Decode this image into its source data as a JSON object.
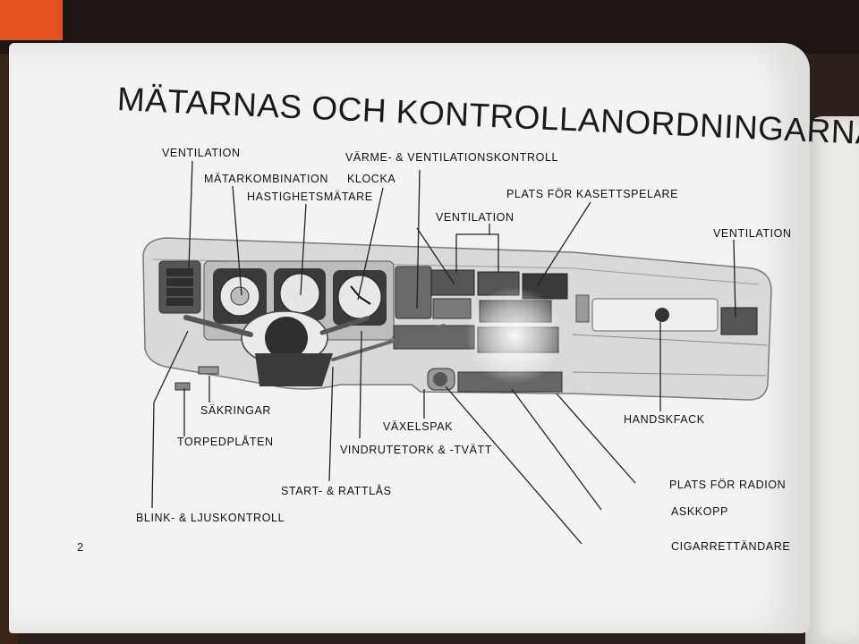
{
  "title": "MÄTARNAS OCH KONTROLLANORDNINGARNAS",
  "page_number": "2",
  "labels": {
    "ventilation_left": "VENTILATION",
    "matarkombination": "MÄTARKOMBINATION",
    "hastighetsmatare": "HASTIGHETSMÄTARE",
    "klocka": "KLOCKA",
    "varme_ventilation": "VÄRME- & VENTILATIONSKONTROLL",
    "kasettspelare": "PLATS FÖR KASETTSPELARE",
    "ventilation_center": "VENTILATION",
    "ventilation_right": "VENTILATION",
    "sakringar": "SÄKRINGAR",
    "torpedplaten": "TORPEDPLÅTEN",
    "blink_ljus": "BLINK- & LJUSKONTROLL",
    "start_rattlas": "START- & RATTLÅS",
    "vaxelspak": "VÄXELSPAK",
    "vindrutetork": "VINDRUTETORK & -TVÄTT",
    "handskfack": "HANDSKFACK",
    "radion": "PLATS FÖR RADION",
    "askkopp": "ASKKOPP",
    "cigarrettandare": "CIGARRETTÄNDARE"
  }
}
